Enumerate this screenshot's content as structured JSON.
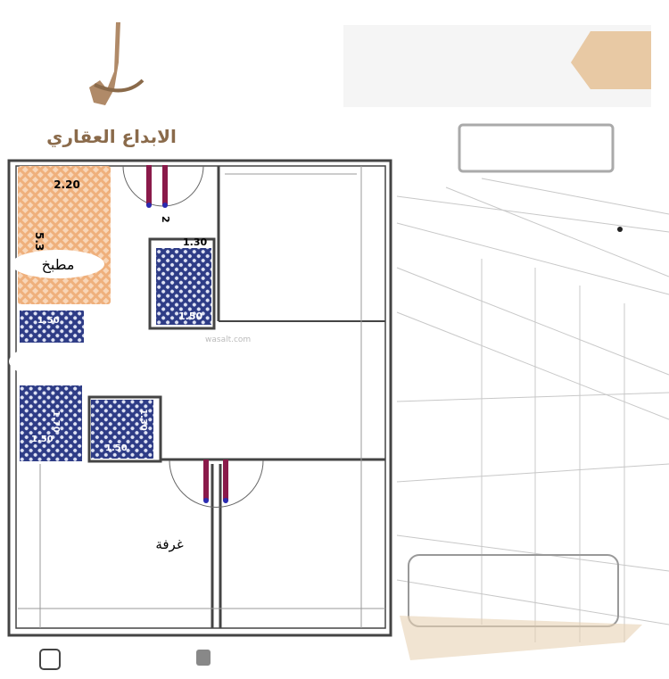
{
  "logo": {
    "text": "الابداع العقاري"
  },
  "plan": {
    "kitchen": {
      "label": "مطبخ",
      "width": "2.20",
      "length": "5.30"
    },
    "bath_top": {
      "dim_a": "1.30",
      "dim_b": "1.50",
      "dim_c": "2"
    },
    "bath_left_top": {
      "dim": "1.50"
    },
    "bath_left_bottom": {
      "dim_a": "1.70",
      "dim_b": "1.50"
    },
    "bath_mid_bottom": {
      "dim_a": "1.30",
      "dim_b": "1.50"
    },
    "room": {
      "label": "غرفة"
    },
    "watermark": "wasalt.com"
  },
  "colors": {
    "kitchen": "#e59a5e",
    "wet_area": "#3a4a9a",
    "door": "#8a1a4a",
    "wall": "#444444",
    "accent_tan": "#d9b48a"
  }
}
